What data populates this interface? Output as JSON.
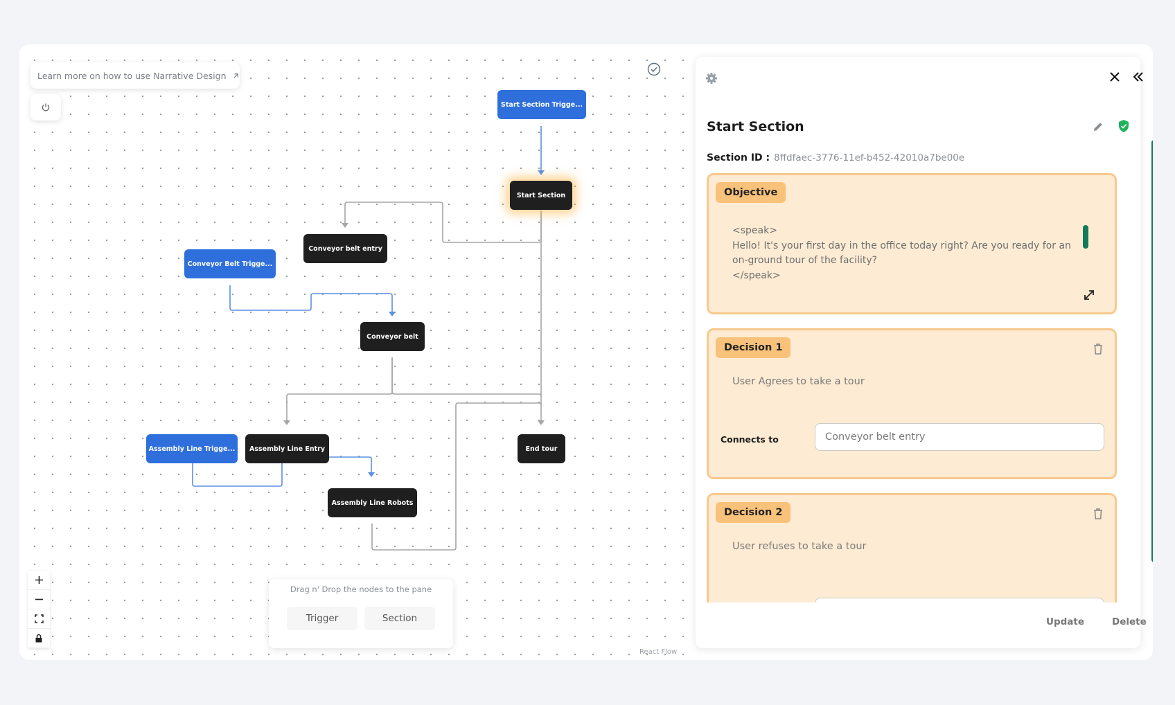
{
  "canvas": {
    "learn_more": "Learn more on how to use Narrative Design",
    "nodes": {
      "start_trigger": "Start Section Trigge...",
      "start_section": "Start Section",
      "conveyor_entry": "Conveyor belt entry",
      "conveyor_trigger": "Conveyor Belt Trigge...",
      "conveyor_belt": "Conveyor belt",
      "assembly_trigger": "Assembly Line Trigge...",
      "assembly_entry": "Assembly Line Entry",
      "assembly_robots": "Assembly Line Robots",
      "end_tour": "End tour"
    },
    "palette": {
      "hint": "Drag n' Drop the nodes to the pane",
      "trigger": "Trigger",
      "section": "Section"
    },
    "attribution": "React Flow",
    "colors": {
      "trigger_node": "#2f6fdc",
      "section_node": "#1f1f1f",
      "edge_blue": "#5b8fe0",
      "edge_gray": "#a5a5a5"
    }
  },
  "panel": {
    "title": "Start Section",
    "section_id_label": "Section ID :",
    "section_id_value": "8ffdfaec-3776-11ef-b452-42010a7be00e",
    "objective": {
      "tag": "Objective",
      "text": "<speak>\nHello! It's your first day in the office today right? Are you ready for an on-ground tour of the facility?\n</speak>"
    },
    "decisions": [
      {
        "tag": "Decision 1",
        "text": "User Agrees to take a tour",
        "connects_label": "Connects to",
        "connects_value": "Conveyor belt entry"
      },
      {
        "tag": "Decision 2",
        "text": "User refuses to take a tour"
      }
    ],
    "footer": {
      "update": "Update",
      "delete": "Delete"
    },
    "colors": {
      "accent": "#137a5a",
      "box_bg": "#fdebd3",
      "box_border": "#f7c98e",
      "tag_bg": "#f9c27a"
    }
  }
}
